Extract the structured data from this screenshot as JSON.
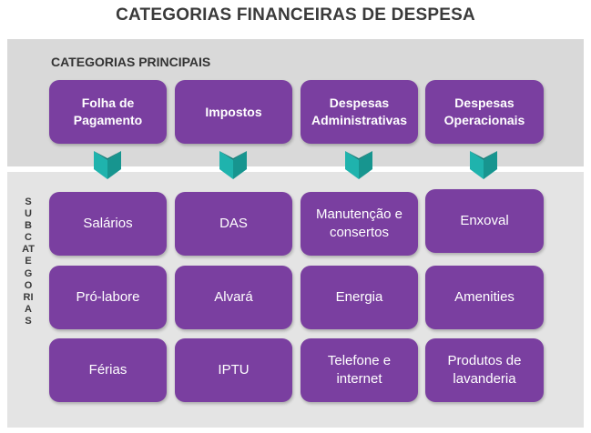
{
  "title": "CATEGORIAS FINANCEIRAS DE DESPESA",
  "section_label": "CATEGORIAS PRINCIPAIS",
  "side_label": "SUBCATEGORIAS",
  "colors": {
    "box": "#7a3fa0",
    "chevron": "#1fb3ad",
    "chevron_dark": "#137d78"
  },
  "main_categories": [
    {
      "label": "Folha de Pagamento",
      "subs": [
        "Salários",
        "Pró-labore",
        "Férias"
      ]
    },
    {
      "label": "Impostos",
      "subs": [
        "DAS",
        "Alvará",
        "IPTU"
      ]
    },
    {
      "label": "Despesas Administrativas",
      "subs": [
        "Manutenção e consertos",
        "Energia",
        "Telefone e internet"
      ]
    },
    {
      "label": "Despesas Operacionais",
      "subs": [
        "Enxoval",
        "Amenities",
        "Produtos de lavanderia"
      ]
    }
  ]
}
